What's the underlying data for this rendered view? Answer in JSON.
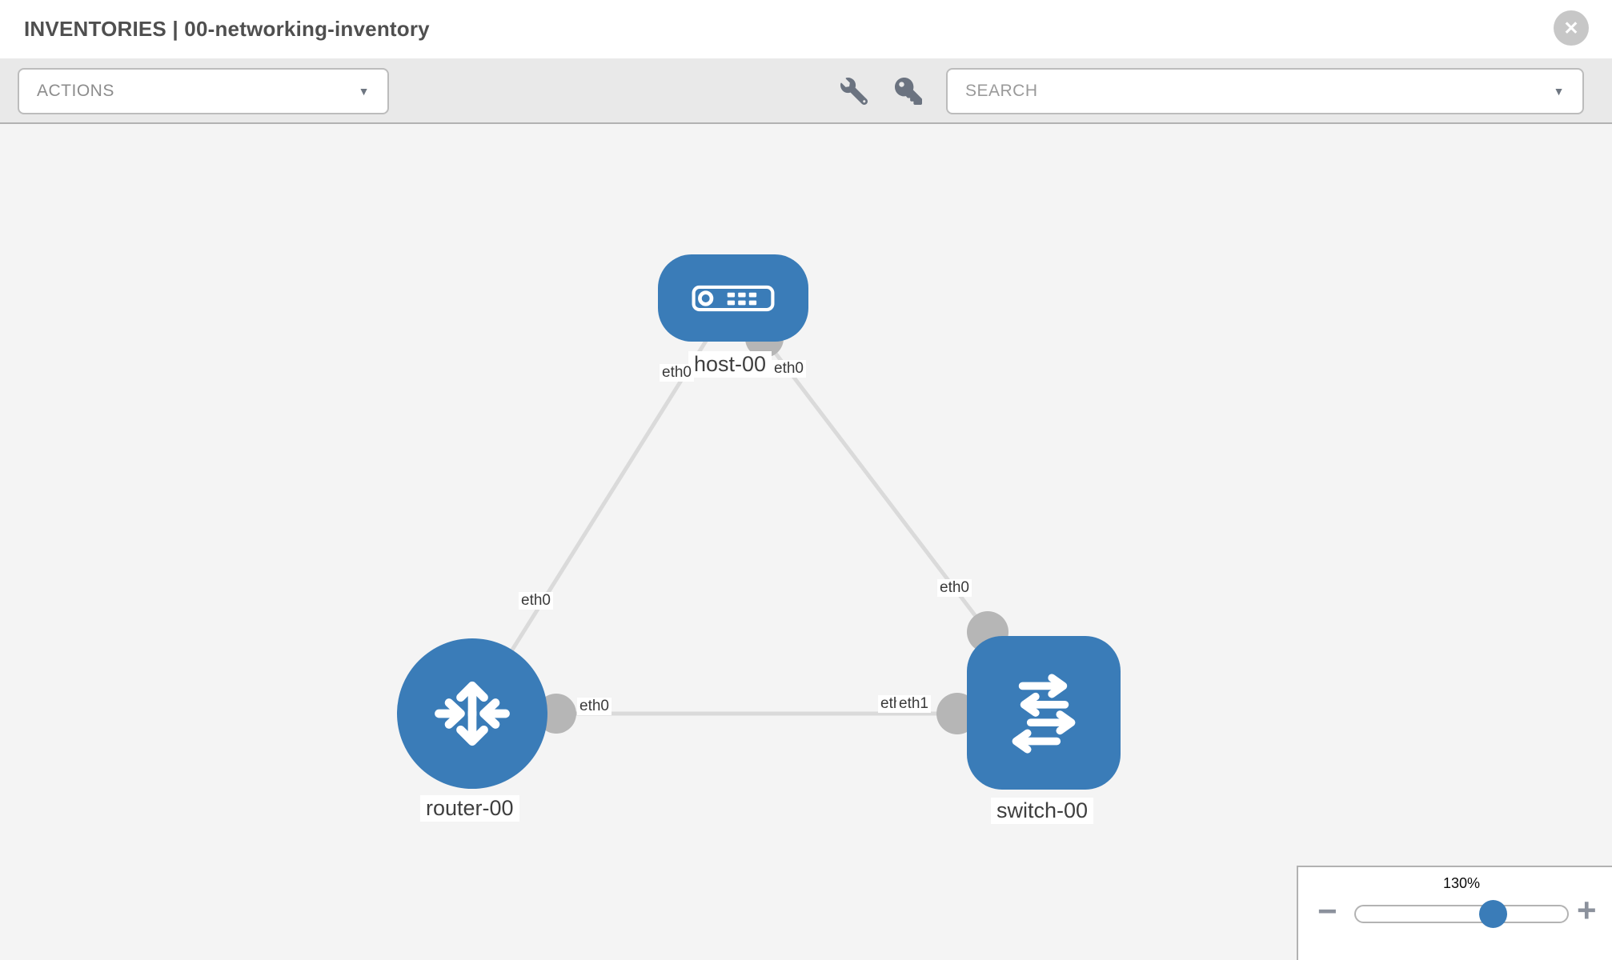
{
  "header": {
    "title": "INVENTORIES | 00-networking-inventory",
    "close_label": "✕"
  },
  "toolbar": {
    "actions_label": "ACTIONS",
    "actions_caret": "▼",
    "search_placeholder": "SEARCH",
    "search_caret": "▼"
  },
  "canvas": {
    "nodes": [
      {
        "type": "host",
        "label": "host-00"
      },
      {
        "type": "router",
        "label": "router-00"
      },
      {
        "type": "switch",
        "label": "switch-00"
      }
    ],
    "links": [
      {
        "from": "host-00",
        "to": "router-00"
      },
      {
        "from": "host-00",
        "to": "switch-00"
      },
      {
        "from": "router-00",
        "to": "switch-00"
      }
    ],
    "interface_labels": [
      {
        "text": "eth0",
        "at": "host-left"
      },
      {
        "text": "eth0",
        "at": "host-right"
      },
      {
        "text": "eth0",
        "at": "link-host-router"
      },
      {
        "text": "eth0",
        "at": "router-right"
      },
      {
        "text": "eth0",
        "at": "switch-left-under"
      },
      {
        "text": "eth1",
        "at": "switch-left"
      },
      {
        "text": "eth0",
        "at": "switch-top"
      }
    ]
  },
  "zoom_control": {
    "level": "130%",
    "minus_label": "−",
    "plus_label": "+"
  },
  "colors": {
    "node_blue": "#3a7cb8",
    "link_gray": "#dadada",
    "interface_gray": "#b6b6b6",
    "toolbar_gray": "#e9e9e9",
    "canvas_gray": "#f4f4f4"
  }
}
